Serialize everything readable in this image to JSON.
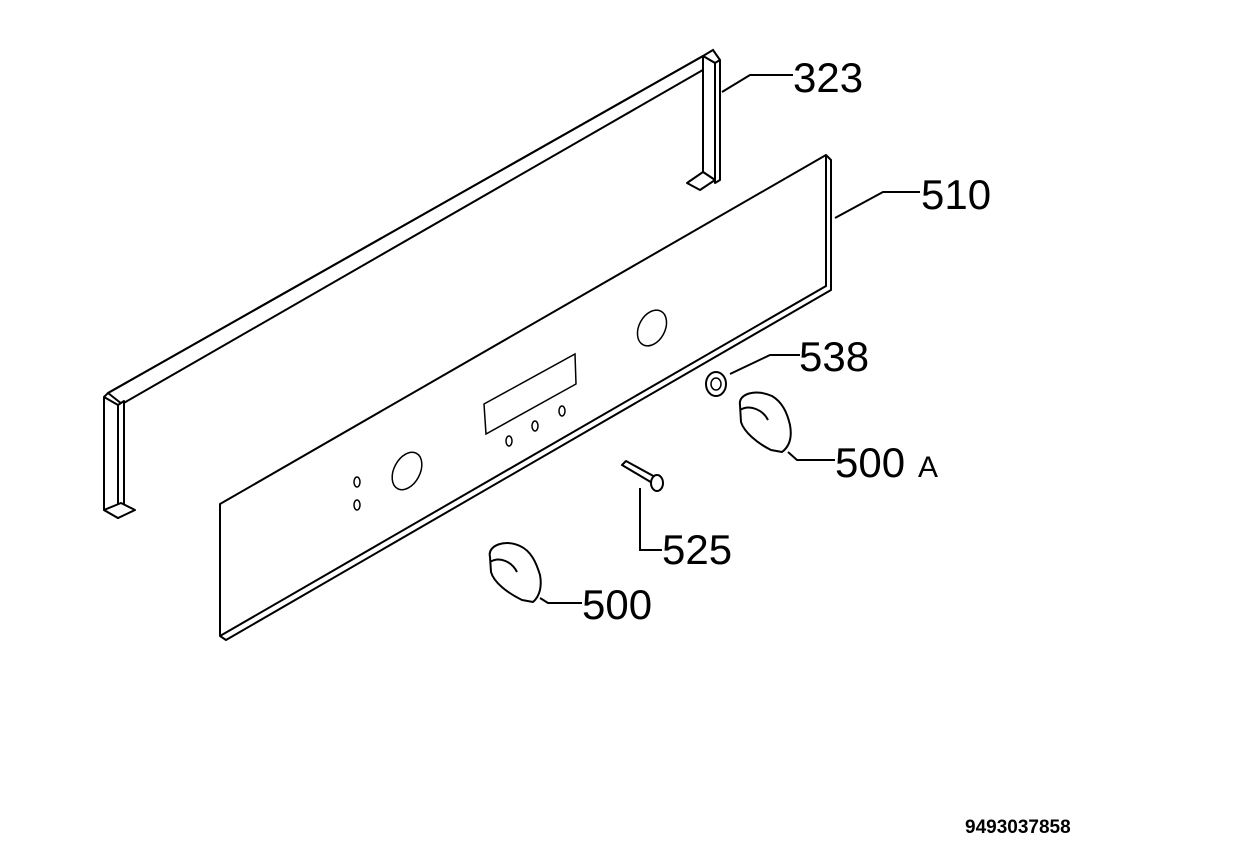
{
  "callouts": {
    "trim_frame": "323",
    "control_panel": "510",
    "spring_washer": "538",
    "knob_right": "500",
    "knob_right_suffix": "A",
    "pin": "525",
    "knob_left": "500"
  },
  "document_number": "9493037858"
}
